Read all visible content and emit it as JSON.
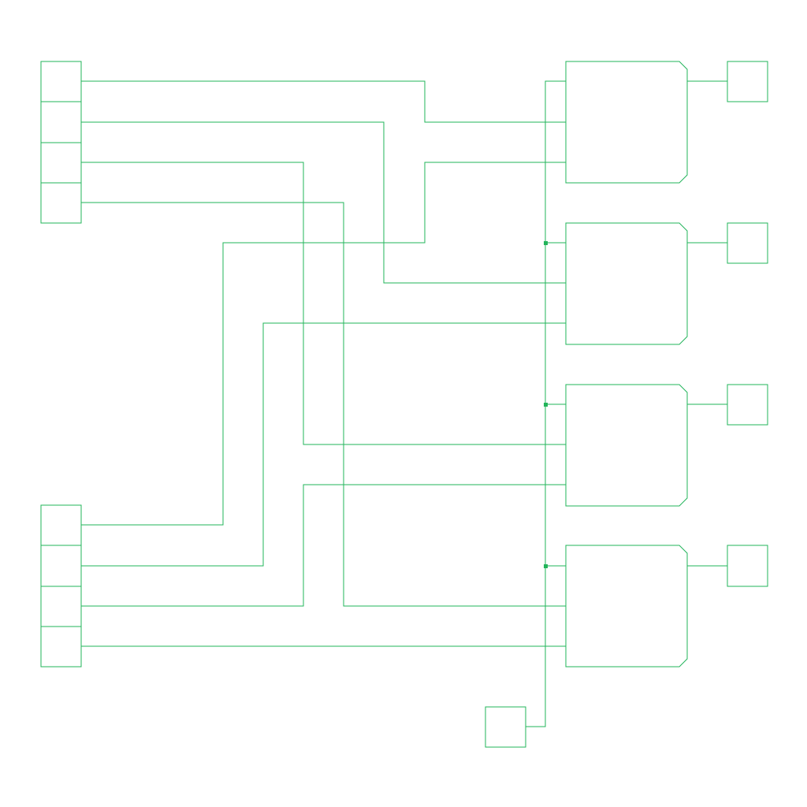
{
  "colors": {
    "background": "#ffffff",
    "wire": "#22b45a",
    "junction": "#22b45a"
  },
  "diagram": {
    "kind": "logic-schematic",
    "input_bus_a": {
      "pin_count": 4
    },
    "input_bus_b": {
      "pin_count": 4
    },
    "gates": {
      "count": 4,
      "inputs_per_gate": 3,
      "shape": "chamfered-block"
    },
    "output_ports": {
      "count": 4
    },
    "shared_control_port": {
      "count": 1
    },
    "junction_dots": 3
  }
}
